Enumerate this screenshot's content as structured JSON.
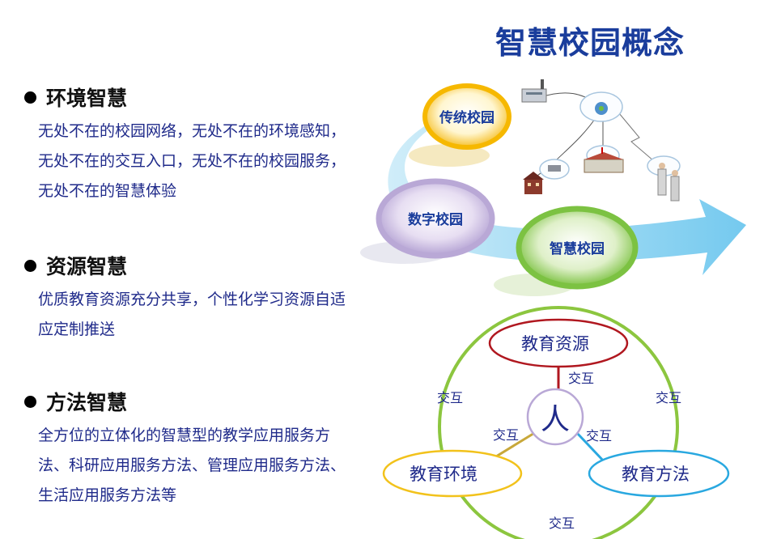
{
  "title": "智慧校园概念",
  "sections": [
    {
      "title": "环境智慧",
      "body": "无处不在的校园网络，无处不在的环境感知，无处不在的交互入口，无处不在的校园服务，无处不在的智慧体验"
    },
    {
      "title": "资源智慧",
      "body": "优质教育资源充分共享，个性化学习资源自适应定制推送"
    },
    {
      "title": "方法智慧",
      "body": "全方位的立体化的智慧型的教学应用服务方法、科研应用服务方法、管理应用服务方法、生活应用服务方法等"
    }
  ],
  "evolution": {
    "stage1": "传统校园",
    "stage2": "数字校园",
    "stage3": "智慧校园"
  },
  "interaction": {
    "center": "人",
    "resource": "教育资源",
    "environment": "教育环境",
    "method": "教育方法",
    "label": "交互"
  },
  "colors": {
    "title": "#1a3d9c",
    "body_text": "#1f2a8a",
    "arrow": "#6fc8ee",
    "stage1": "#f7b500",
    "stage2": "#b9a8d6",
    "stage3": "#7cc242",
    "resource_border": "#b0171f",
    "environment_border": "#f2c21b",
    "method_border": "#29a8e0",
    "ring": "#8cc63f"
  }
}
